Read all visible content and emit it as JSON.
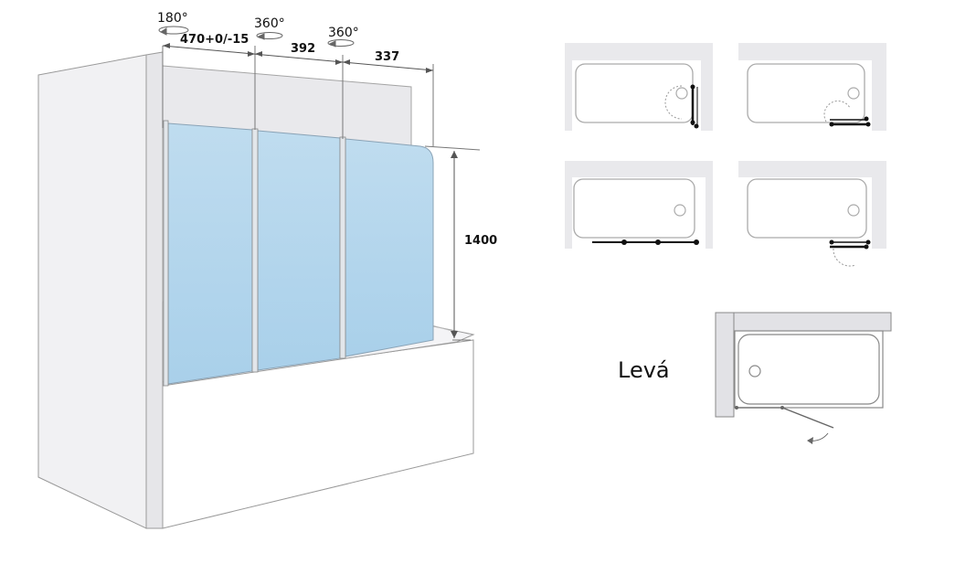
{
  "main_drawing": {
    "rotation_labels": [
      "180°",
      "360°",
      "360°"
    ],
    "panel_widths": [
      "470+0/-15",
      "392",
      "337"
    ],
    "height": "1400"
  },
  "variants": {
    "side_label": "Levá"
  },
  "colors": {
    "glass": "#bcd9ee",
    "wall": "#e9e9ec",
    "outline": "#8a8a8a",
    "hinge": "#111111"
  }
}
